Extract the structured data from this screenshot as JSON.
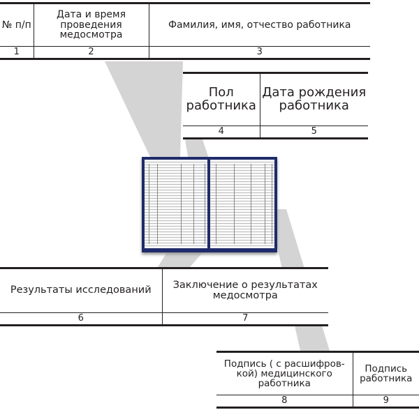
{
  "table1": {
    "headers": [
      "№ п/п",
      "Дата и время проведения медосмотра",
      "Фамилия, имя, отчество работника"
    ],
    "numbers": [
      "1",
      "2",
      "3"
    ]
  },
  "table2": {
    "headers": [
      "Пол работника",
      "Дата рождения работника"
    ],
    "numbers": [
      "4",
      "5"
    ]
  },
  "table3": {
    "headers": [
      "Результаты исследований",
      "Заключение о результатах медосмотра"
    ],
    "numbers": [
      "6",
      "7"
    ]
  },
  "table4": {
    "headers": [
      "Подпись ( с расшифров-кой) медицинского работника",
      "Подпись работника"
    ],
    "numbers": [
      "8",
      "9"
    ]
  },
  "colors": {
    "beam": "#d4d4d4",
    "cover": "#1f2b6a"
  }
}
